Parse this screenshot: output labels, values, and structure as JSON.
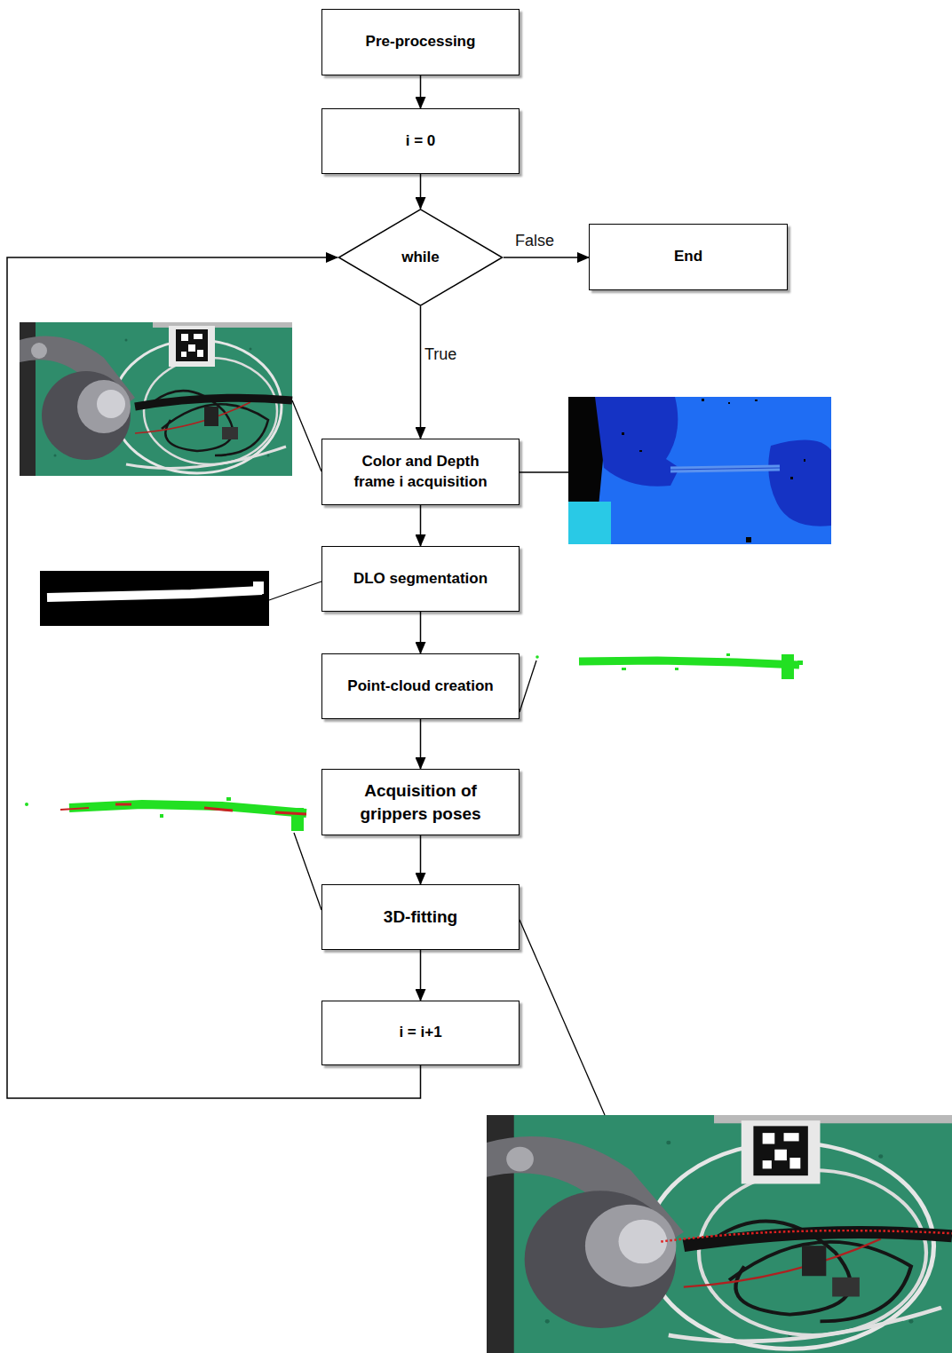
{
  "diagram": {
    "nodes": [
      {
        "text": [
          "Pre-processing"
        ]
      },
      {
        "text": [
          "i = 0"
        ]
      },
      {
        "text": [
          "while"
        ]
      },
      {
        "text": [
          "End"
        ]
      },
      {
        "text": [
          "Color and Depth frame i acquisition"
        ]
      },
      {
        "text": [
          "DLO segmentation"
        ]
      },
      {
        "text": [
          "Point-cloud creation"
        ]
      },
      {
        "text": [
          "Acquisition of grippers poses"
        ]
      },
      {
        "text": [
          "3D-fitting"
        ]
      },
      {
        "text": [
          "i = i+1"
        ]
      }
    ],
    "edges": [
      {
        "from": 0,
        "to": 1,
        "arrow": "to"
      },
      {
        "from": 1,
        "to": 2,
        "arrow": "to"
      },
      {
        "from": 2,
        "to": 3,
        "label": "False",
        "arrow": "to"
      },
      {
        "from": 2,
        "to": 4,
        "label": "True",
        "arrow": "to"
      },
      {
        "from": 4,
        "to": 5,
        "arrow": "to"
      },
      {
        "from": 5,
        "to": 6,
        "arrow": "to"
      },
      {
        "from": 6,
        "to": 7,
        "arrow": "to"
      },
      {
        "from": 7,
        "to": 8,
        "arrow": "to"
      },
      {
        "from": 8,
        "to": 9,
        "arrow": "to"
      },
      {
        "from": 9,
        "to": 2,
        "arrow": "to"
      }
    ]
  }
}
